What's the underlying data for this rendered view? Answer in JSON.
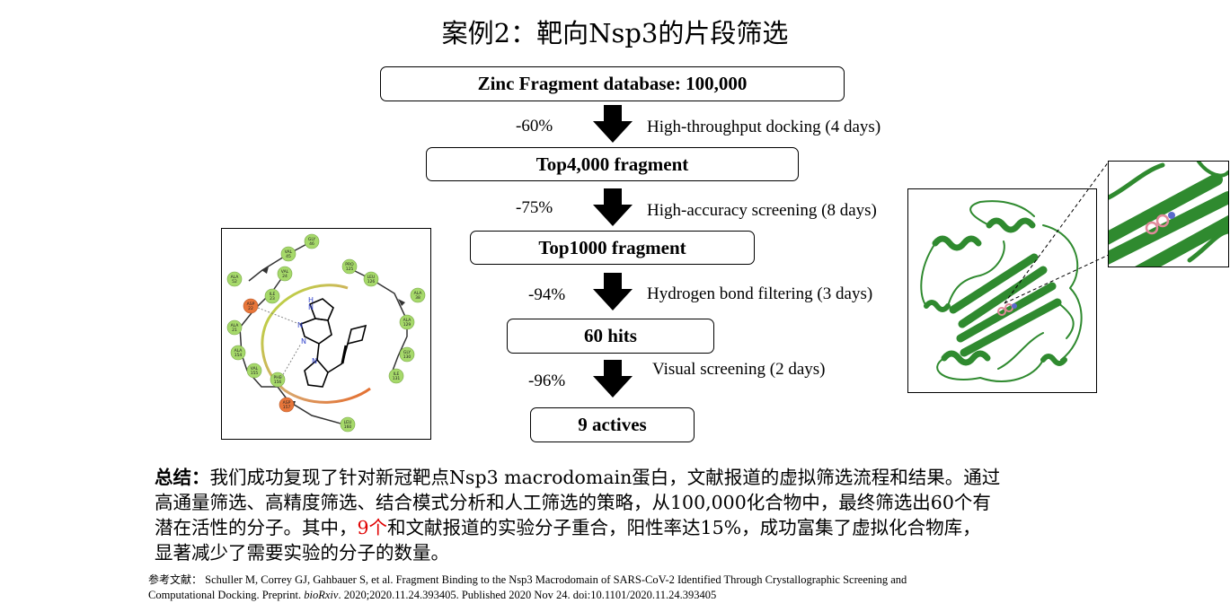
{
  "title": "案例2：靶向Nsp3的片段筛选",
  "flow": {
    "boxes": [
      "Zinc Fragment database: 100,000",
      "Top4,000 fragment",
      "Top1000 fragment",
      "60 hits",
      "9 actives"
    ],
    "steps": [
      {
        "pct": "-60%",
        "label": "High-throughput docking (4 days)"
      },
      {
        "pct": "-75%",
        "label": "High-accuracy screening (8 days)"
      },
      {
        "pct": "-94%",
        "label": "Hydrogen bond filtering (3 days)"
      },
      {
        "pct": "-96%",
        "label": "Visual screening (2 days)"
      }
    ]
  },
  "interaction_map": {
    "residues": [
      "GLY 46",
      "VAL 45",
      "ALA 52",
      "VAL 24",
      "ILE 23",
      "ASP 22",
      "ALA 21",
      "ALA 154",
      "VAL 155",
      "PHE 156",
      "ASP 157",
      "LEU 160",
      "PRO 125",
      "LEU 126",
      "ALA 38",
      "ALA 129",
      "GLY 130",
      "ILE 131"
    ]
  },
  "summary": {
    "label": "总结：",
    "line1_rest": "我们成功复现了针对新冠靶点Nsp3 macrodomain蛋白，文献报道的虚拟筛选流程和结果。通过",
    "line2": "高通量筛选、高精度筛选、结合模式分析和人工筛选的策略，从100,000化合物中，最终筛选出60个有",
    "line3_pre": "潜在活性的分子。其中，",
    "line3_highlight": "9个",
    "line3_post": "和文献报道的实验分子重合，阳性率达15%，成功富集了虚拟化合物库，",
    "line4": "显著减少了需要实验的分子的数量。"
  },
  "reference": {
    "label": "参考文献：",
    "text1": "Schuller M, Correy GJ, Gahbauer S, et al. Fragment Binding to the Nsp3 Macrodomain of SARS-CoV-2 Identified Through Crystallographic Screening and",
    "text2a": "Computational Docking. Preprint. ",
    "journal": "bioRxiv",
    "text2b": ". 2020;2020.11.24.393405. Published 2020 Nov 24. doi:10.1101/2020.11.24.393405"
  },
  "colors": {
    "protein_green": "#2f8a2f",
    "highlight_red": "#e00000",
    "residue_green": "#a6d96a",
    "residue_orange": "#e8763a"
  }
}
